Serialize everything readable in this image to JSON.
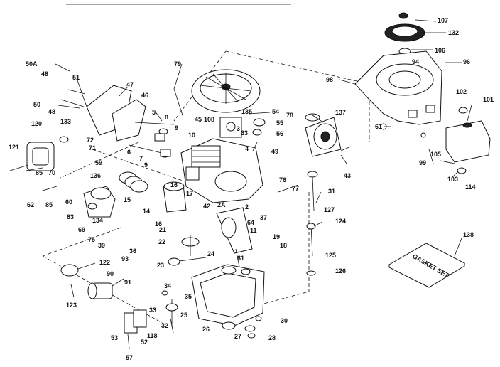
{
  "diagram": {
    "labels": [
      "107",
      "132",
      "106",
      "96",
      "94",
      "98",
      "102",
      "101",
      "61",
      "99",
      "105",
      "103",
      "114",
      "137",
      "78",
      "55",
      "56",
      "49",
      "43",
      "54",
      "135",
      "45",
      "108",
      "63",
      "79",
      "50A",
      "48",
      "51",
      "47",
      "46",
      "50",
      "5",
      "8",
      "9",
      "10",
      "6",
      "7",
      "120",
      "133",
      "72",
      "71",
      "59",
      "121",
      "85",
      "70",
      "136",
      "60",
      "62",
      "83",
      "69",
      "134",
      "15",
      "14",
      "16",
      "17",
      "42",
      "2A",
      "2",
      "64",
      "76",
      "77",
      "37",
      "31",
      "127",
      "124",
      "125",
      "126",
      "138",
      "75",
      "39",
      "36",
      "93",
      "21",
      "22",
      "11",
      "19",
      "18",
      "24",
      "81",
      "23",
      "122",
      "90",
      "91",
      "123",
      "34",
      "35",
      "33",
      "25",
      "32",
      "118",
      "53",
      "52",
      "57",
      "26",
      "27",
      "28",
      "30",
      "3",
      "4"
    ],
    "booklet_text": "GASKET SET"
  }
}
